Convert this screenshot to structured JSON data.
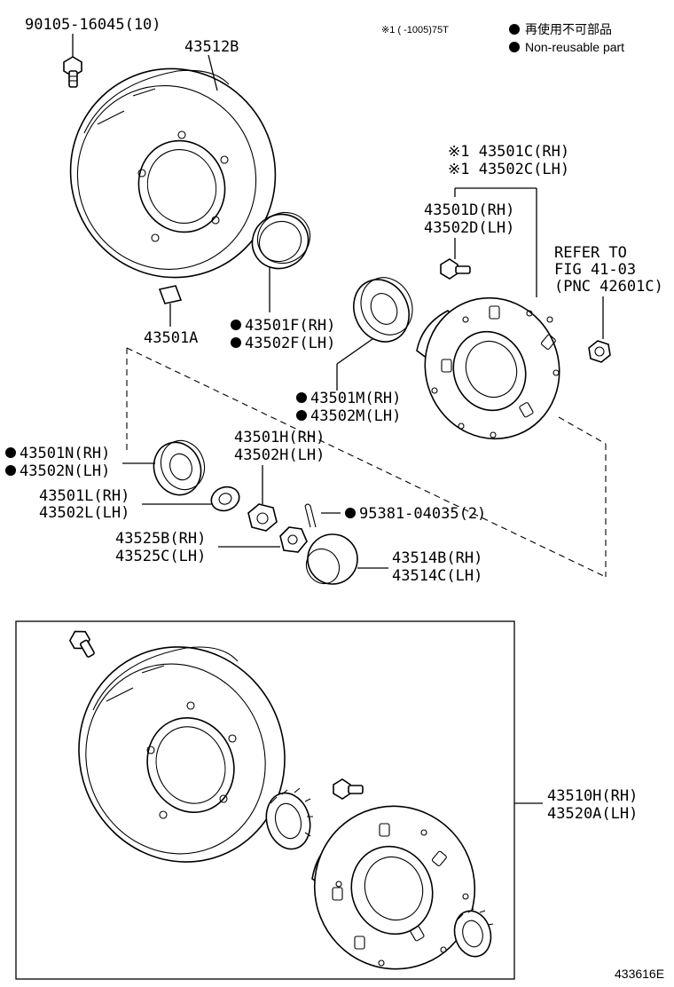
{
  "legend": {
    "note_prefix": "※1 (      -1005)75T",
    "item_jp": "再使用不可部品",
    "item_en": "Non-reusable part"
  },
  "labels": {
    "bolt_top": "90105-16045(10)",
    "drum": "43512B",
    "c1_rh": "※1 43501C(RH)",
    "c1_lh": "※1 43502C(LH)",
    "d_rh": "43501D(RH)",
    "d_lh": "43502D(LH)",
    "refer_1": "REFER TO",
    "refer_2": "FIG 41-03",
    "refer_3": "(PNC 42601C)",
    "a": "43501A",
    "f_rh": "43501F(RH)",
    "f_lh": "43502F(LH)",
    "m_rh": "43501M(RH)",
    "m_lh": "43502M(LH)",
    "h_rh": "43501H(RH)",
    "h_lh": "43502H(LH)",
    "n_rh": "43501N(RH)",
    "n_lh": "43502N(LH)",
    "l_rh": "43501L(RH)",
    "l_lh": "43502L(LH)",
    "pin": "95381-04035(2)",
    "nut_rh": "43525B(RH)",
    "nut_lh": "43525C(LH)",
    "cap_rh": "43514B(RH)",
    "cap_lh": "43514C(LH)",
    "asm_rh": "43510H(RH)",
    "asm_lh": "43520A(LH)",
    "fig_no": "433616E"
  }
}
